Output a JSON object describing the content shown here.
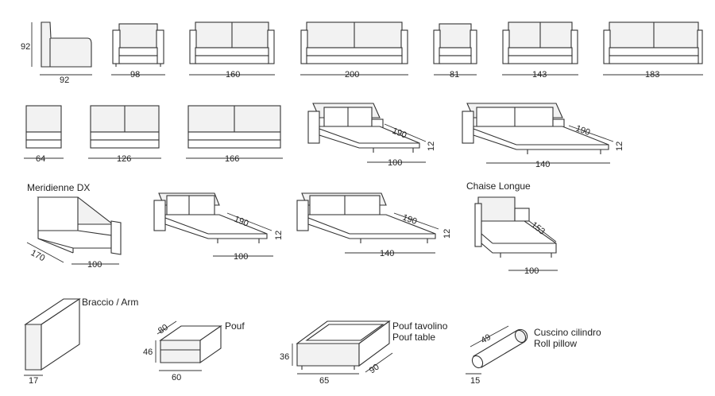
{
  "dims": {
    "armchair_side_height": "92",
    "armchair_side_depth": "92",
    "w98": "98",
    "w160": "160",
    "w200": "200",
    "w81": "81",
    "w143": "143",
    "w183": "183",
    "w64": "64",
    "w126": "126",
    "w166": "166",
    "bed_small_length": "190",
    "bed_small_height": "12",
    "bed_small_width": "100",
    "bed_large_length": "190",
    "bed_large_height": "12",
    "bed_large_width": "140",
    "meridienne_depth": "170",
    "meridienne_width": "100",
    "bed3_length": "190",
    "bed3_height": "12",
    "bed3_width": "100",
    "bed4_length": "190",
    "bed4_height": "12",
    "bed4_width": "140",
    "chaise_length": "153",
    "chaise_width": "100",
    "arm_width": "17",
    "pouf_depth": "80",
    "pouf_height": "46",
    "pouf_width": "60",
    "pouf_table_height": "36",
    "pouf_table_width": "65",
    "pouf_table_depth": "90",
    "pillow_length": "49",
    "pillow_diameter": "15"
  },
  "labels": {
    "meridienne": "Meridienne DX",
    "chaise": "Chaise Longue",
    "arm": "Braccio / Arm",
    "pouf": "Pouf",
    "pouf_table_1": "Pouf tavolino",
    "pouf_table_2": "Pouf table",
    "pillow_1": "Cuscino cilindro",
    "pillow_2": "Roll pillow"
  }
}
